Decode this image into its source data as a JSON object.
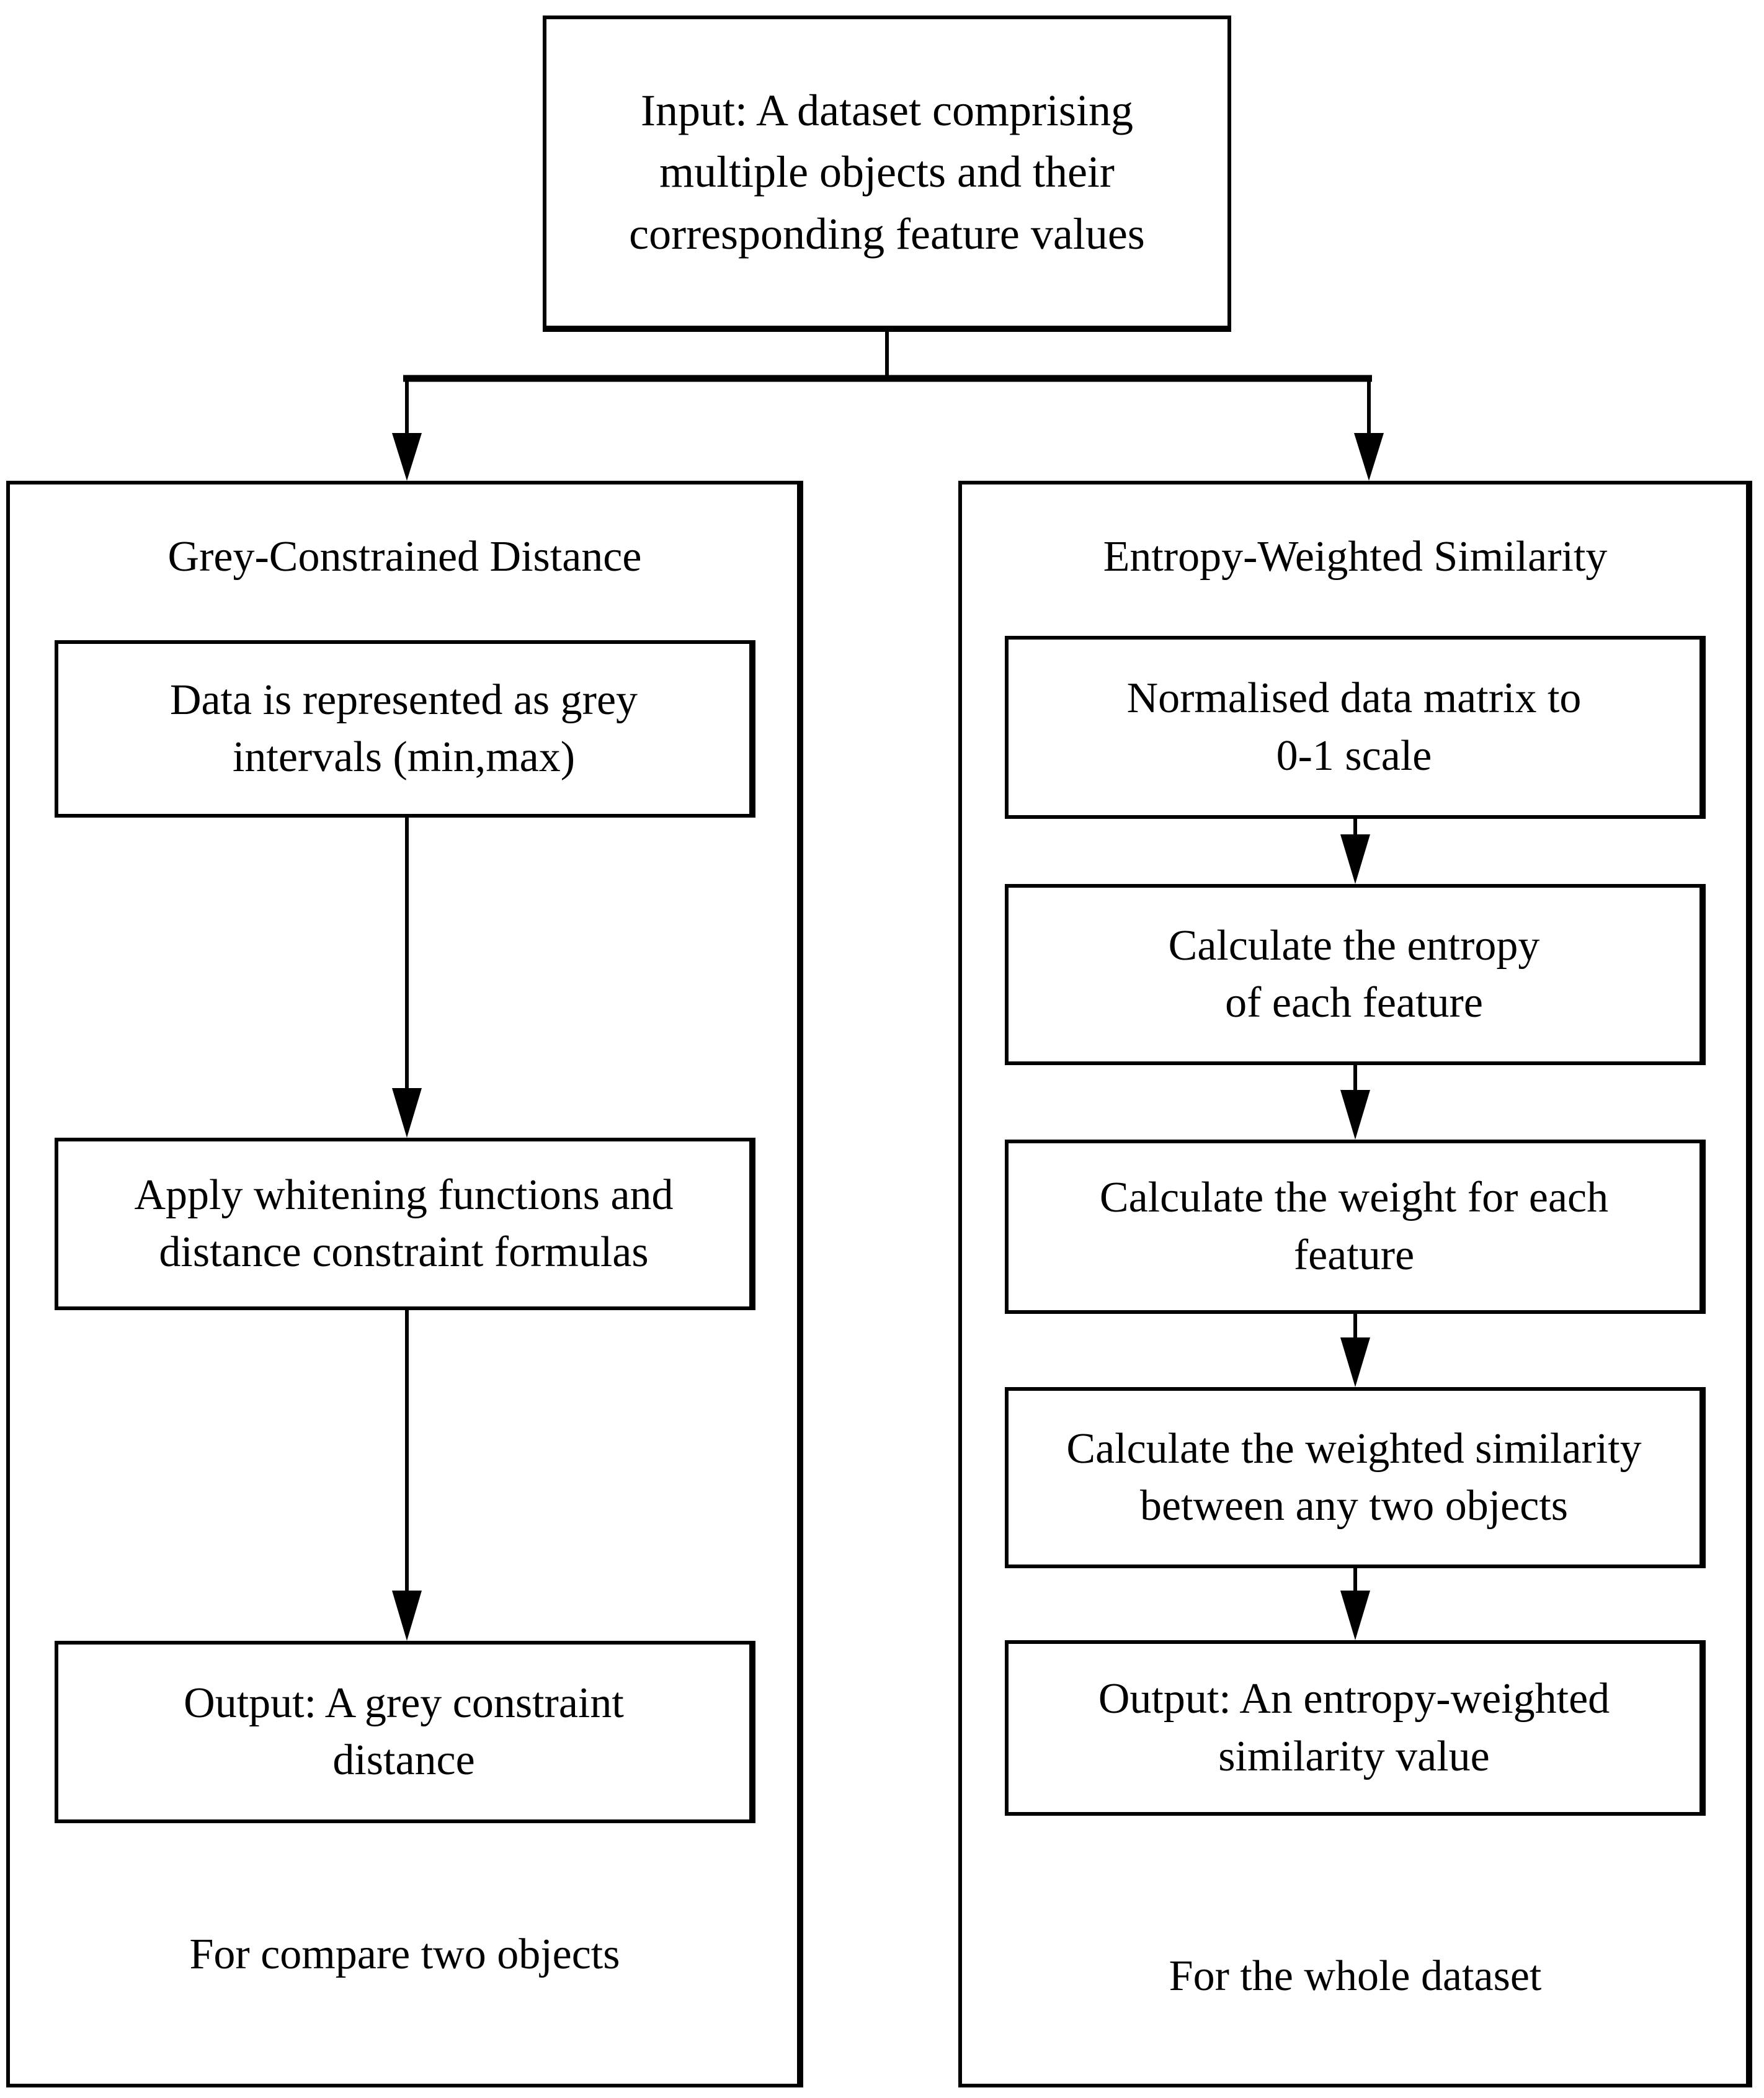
{
  "figure": {
    "background": "#ffffff",
    "line_color": "#000000",
    "input_box": "Input: A dataset comprising\nmultiple objects and their\ncorresponding feature values",
    "left_branch": {
      "title": "Grey-Constrained Distance",
      "steps": [
        "Data is represented as grey\nintervals (min,max)",
        "Apply whitening functions and\ndistance constraint formulas",
        "Output: A grey constraint\ndistance"
      ],
      "footer": "For compare two objects"
    },
    "right_branch": {
      "title": "Entropy-Weighted Similarity",
      "steps": [
        "Normalised data matrix to\n0-1 scale",
        "Calculate the entropy\nof each feature",
        "Calculate the weight for each\nfeature",
        "Calculate the weighted similarity\nbetween any two objects",
        "Output: An entropy-weighted\nsimilarity value"
      ],
      "footer": "For the whole dataset"
    }
  }
}
